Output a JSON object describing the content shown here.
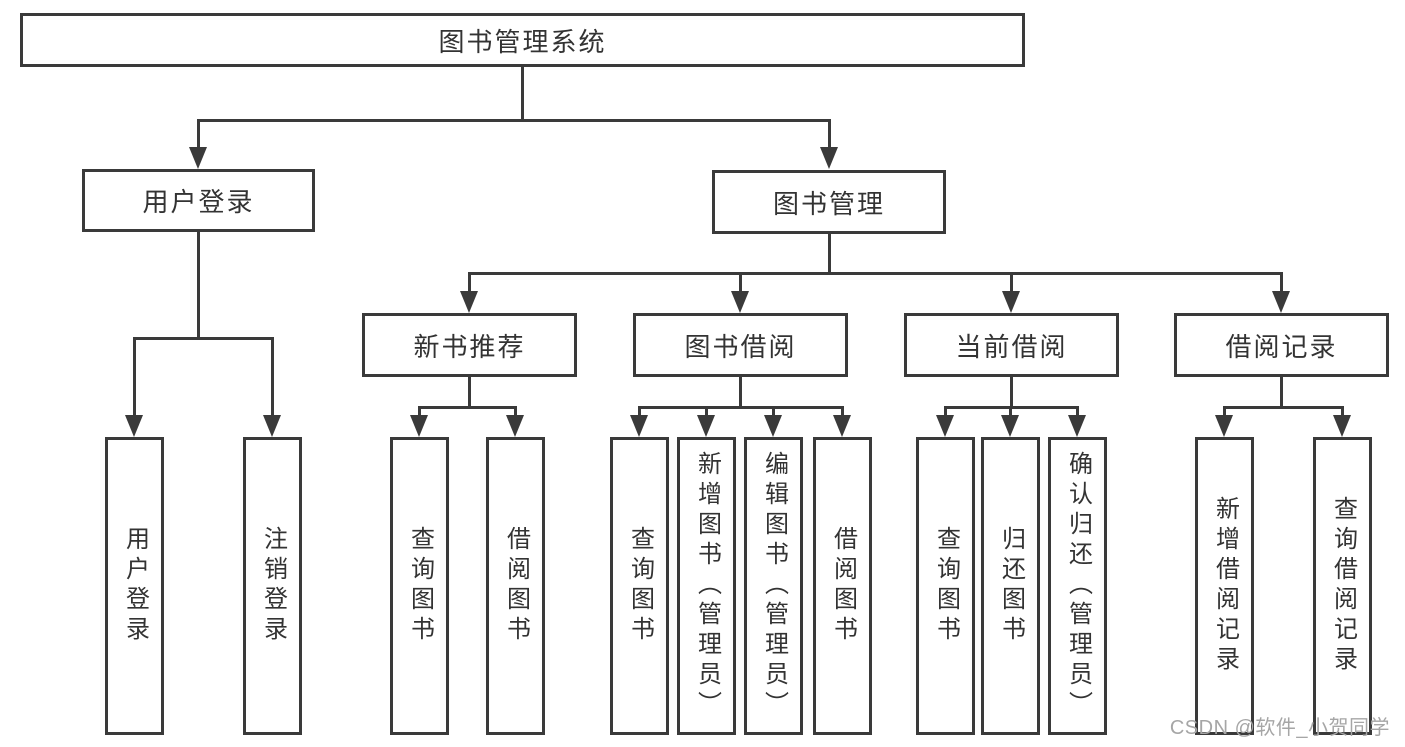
{
  "root": {
    "label": "图书管理系统"
  },
  "branches": [
    {
      "label": "用户登录",
      "children": [
        {
          "label": "用户登录"
        },
        {
          "label": "注销登录"
        }
      ]
    },
    {
      "label": "图书管理",
      "sections": [
        {
          "label": "新书推荐",
          "children": [
            {
              "label": "查询图书"
            },
            {
              "label": "借阅图书"
            }
          ]
        },
        {
          "label": "图书借阅",
          "children": [
            {
              "label": "查询图书"
            },
            {
              "label": "新增图书（管理员）"
            },
            {
              "label": "编辑图书（管理员）"
            },
            {
              "label": "借阅图书"
            }
          ]
        },
        {
          "label": "当前借阅",
          "children": [
            {
              "label": "查询图书"
            },
            {
              "label": "归还图书"
            },
            {
              "label": "确认归还（管理员）"
            }
          ]
        },
        {
          "label": "借阅记录",
          "children": [
            {
              "label": "新增借阅记录"
            },
            {
              "label": "查询借阅记录"
            }
          ]
        }
      ]
    }
  ],
  "watermark": {
    "text": "CSDN @软件_小贺同学"
  },
  "colors": {
    "line": "#3a3a3a",
    "text": "#333333",
    "watermark": "#a6a6a6",
    "background": "#ffffff"
  }
}
